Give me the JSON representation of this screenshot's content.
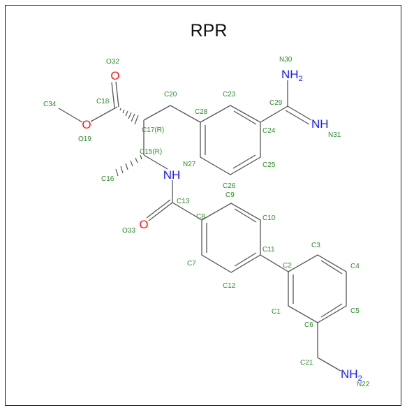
{
  "title": "RPR",
  "colors": {
    "carbon_label": "#2e8b2e",
    "oxygen": "#ff1a1a",
    "nitrogen": "#1a1aff",
    "bond": "#555555"
  },
  "atom_labels": {
    "O32": "O32",
    "C18": "C18",
    "C34": "C34",
    "O19": "O19",
    "C17": "C17(R)",
    "C20": "C20",
    "C28": "C28",
    "C23": "C23",
    "C29": "C29",
    "N30": "N30",
    "C24": "C24",
    "N31": "N31",
    "C25": "C25",
    "N27": "N27",
    "C15": "C15(R)",
    "C16": "C16",
    "C26": "C26",
    "C9": "C9",
    "C13": "C13",
    "C8": "C8",
    "O33": "O33",
    "C10": "C10",
    "C11": "C11",
    "C7": "C7",
    "C12": "C12",
    "C3": "C3",
    "C2": "C2",
    "C4": "C4",
    "C1": "C1",
    "C5": "C5",
    "C6": "C6",
    "C21": "C21",
    "N22": "N22"
  },
  "heteroatoms": {
    "O_ester_carbonyl": "O",
    "O_ester": "O",
    "O_amide": "O",
    "NH_amide": "NH",
    "NH2_amidine_main": "NH",
    "NH2_amidine_sub": "2",
    "NH_amidine": "NH",
    "NH2_amine_main": "NH",
    "NH2_amine_sub": "2"
  }
}
